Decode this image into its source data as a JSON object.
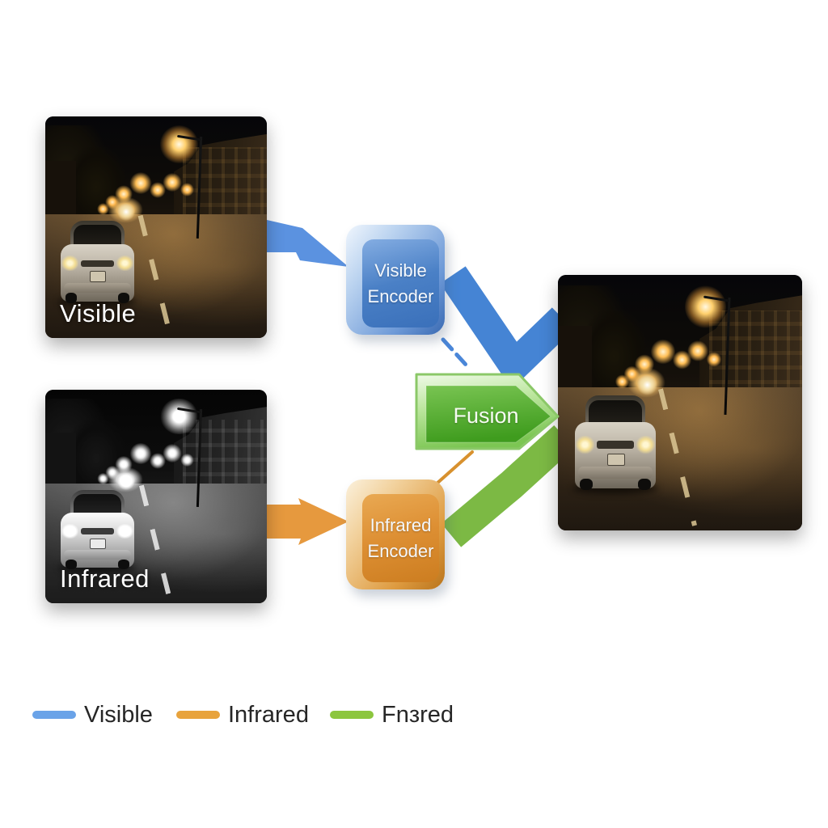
{
  "pipeline": {
    "inputs": {
      "visible": {
        "label": "Visible"
      },
      "infrared": {
        "label": "Infrared"
      }
    },
    "encoders": {
      "visible": {
        "line1": "Visible",
        "line2": "Encoder"
      },
      "infrared": {
        "line1": "Infrared",
        "line2": "Encoder"
      }
    },
    "fusion": {
      "label": "Fusion"
    }
  },
  "legend": {
    "items": [
      {
        "label": "Visible",
        "color": "#6aa3e8"
      },
      {
        "label": "Infrared",
        "color": "#e8a33c"
      },
      {
        "label": "Fnзred",
        "color": "#8cc63e"
      }
    ]
  },
  "colors": {
    "background": "#ffffff",
    "visible_flow": "#4e87d6",
    "infrared_flow": "#e6993e",
    "fusion_flow": "#7cb944",
    "visible_encoder_face": "#4a80c6",
    "infrared_encoder_face": "#dd8f33",
    "fusion_face": "#4fae2a"
  }
}
